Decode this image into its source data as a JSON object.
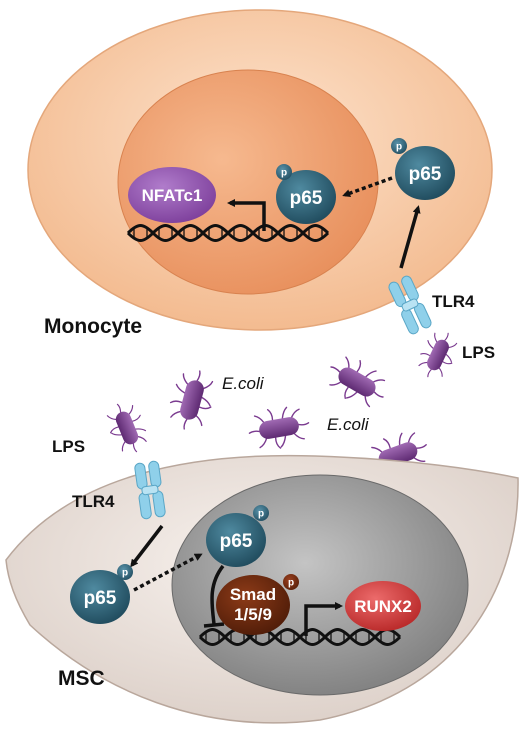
{
  "labels": {
    "monocyte": "Monocyte",
    "msc": "MSC",
    "tlr4": "TLR4",
    "lps": "LPS",
    "ecoli": "E.coli",
    "p65": "p65",
    "phospho": "p",
    "nfatc1": "NFATc1",
    "smad_line1": "Smad",
    "smad_line2": "1/5/9",
    "runx2": "RUNX2"
  },
  "colors": {
    "monocyte_cytoplasm": "#f5c9a4",
    "monocyte_nucleus": "#ef9d6e",
    "msc_cytoplasm": "#ece2dc",
    "msc_nucleus": "#9a9a9a",
    "p65": "#2d5f73",
    "nfatc1": "#9b5bb5",
    "smad": "#6e2a10",
    "runx2": "#d63a3a",
    "tlr4": "#8fd0ea",
    "lps_bacteria": "#7a3a8f"
  },
  "icons": [
    "arrow",
    "dashed-arrow",
    "inhibition",
    "dna-helix",
    "promoter-arrow"
  ]
}
